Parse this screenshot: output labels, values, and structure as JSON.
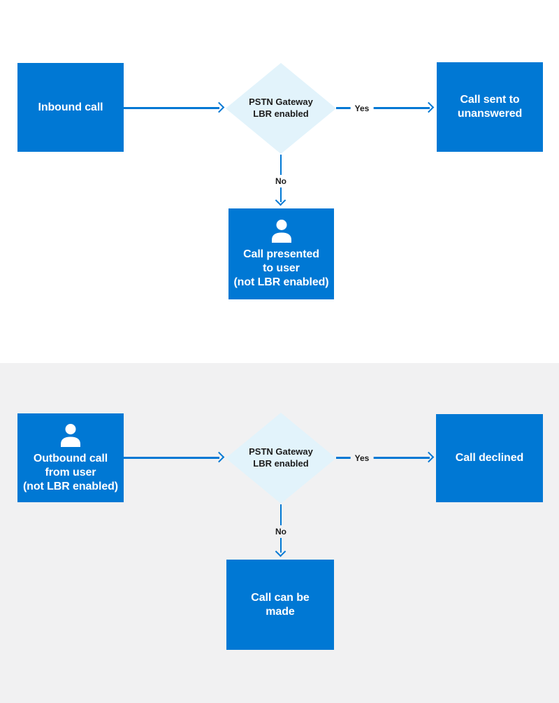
{
  "colors": {
    "box_blue": "#0078D4",
    "box_text": "#FFFFFF",
    "diamond_fill": "#E2F3FB",
    "diamond_text": "#1C1C1C",
    "arrow_blue": "#0078D4",
    "edge_label_text": "#1C1C1C",
    "section_top_bg": "#FFFFFF",
    "section_bottom_bg": "#F1F1F2"
  },
  "icons": {
    "user": "user-icon",
    "arrowhead": "arrowhead-icon"
  },
  "inbound_flow": {
    "start": "Inbound call",
    "decision": "PSTN Gateway\nLBR enabled",
    "yes_label": "Yes",
    "no_label": "No",
    "yes_outcome": "Call sent to\nunanswered",
    "no_outcome": "Call presented\nto user\n(not LBR enabled)"
  },
  "outbound_flow": {
    "start": "Outbound call\nfrom user\n(not LBR enabled)",
    "decision": "PSTN Gateway\nLBR enabled",
    "yes_label": "Yes",
    "no_label": "No",
    "yes_outcome": "Call declined",
    "no_outcome": "Call can be\nmade"
  }
}
